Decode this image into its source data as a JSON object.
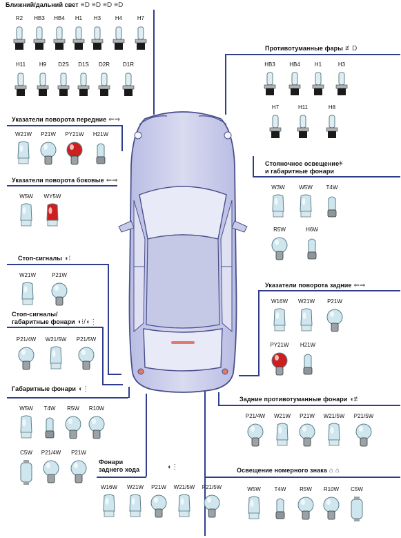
{
  "sections": {
    "headlights": {
      "title": "Ближний/дальний свет",
      "icons": [
        "low-beam-icon",
        "high-beam-icon",
        "beam-icon",
        "beam-icon"
      ],
      "rows": [
        [
          "R2",
          "HB3",
          "HB4",
          "H1",
          "H3",
          "H4",
          "H7"
        ],
        [
          "H11",
          "H9",
          "D2S",
          "D1S",
          "D2R",
          "D1R"
        ]
      ]
    },
    "front_turn": {
      "title": "Указатели поворота передние",
      "labels": [
        "W21W",
        "P21W",
        "PY21W",
        "H21W"
      ]
    },
    "side_turn": {
      "title": "Указатели поворота боковые",
      "labels": [
        "W5W",
        "WY5W"
      ]
    },
    "stop": {
      "title": "Стоп-сигналы",
      "labels": [
        "W21W",
        "P21W"
      ]
    },
    "stop_parking": {
      "title_line1": "Стоп-сигналы/",
      "title_line2": "габаритные фонари",
      "labels": [
        "P21/4W",
        "W21/5W",
        "P21/5W"
      ]
    },
    "parking_lights": {
      "title": "Габаритные фонари",
      "rows": [
        [
          "W5W",
          "T4W",
          "R5W",
          "R10W"
        ],
        [
          "C5W",
          "P21/4W",
          "P21W"
        ]
      ]
    },
    "reverse": {
      "title_line1": "Фонари",
      "title_line2": "заднего хода",
      "labels": [
        "W16W",
        "W21W",
        "P21W",
        "W21/5W",
        "P21/5W"
      ]
    },
    "fog": {
      "title": "Противотуманные фары",
      "rows": [
        [
          "HB3",
          "HB4",
          "H1",
          "H3"
        ],
        [
          "H7",
          "H11",
          "H8"
        ]
      ]
    },
    "position": {
      "title_line1": "Стояночное освещение",
      "title_line2": "и габаритные фонари",
      "rows": [
        [
          "W3W",
          "W5W",
          "T4W"
        ],
        [
          "R5W",
          "H6W"
        ]
      ]
    },
    "rear_turn": {
      "title": "Указатели поворота задние",
      "rows": [
        [
          "W16W",
          "W21W",
          "P21W"
        ],
        [
          "PY21W",
          "H21W"
        ]
      ]
    },
    "rear_fog": {
      "title": "Задние противотуманные фонари",
      "labels": [
        "P21/4W",
        "W21W",
        "P21W",
        "W21/5W",
        "P21/5W"
      ]
    },
    "plate": {
      "title": "Освещение номерного знака",
      "labels": [
        "W5W",
        "T4W",
        "R5W",
        "R10W",
        "C5W"
      ]
    }
  },
  "colors": {
    "line": "#2e3d8c",
    "glass": "#cfe6ee",
    "red": "#cc1f1f",
    "orange": "#d96a1c",
    "base": "#1a1a1a",
    "car_body": "#c9cce8",
    "car_outline": "#4a4f8c"
  }
}
